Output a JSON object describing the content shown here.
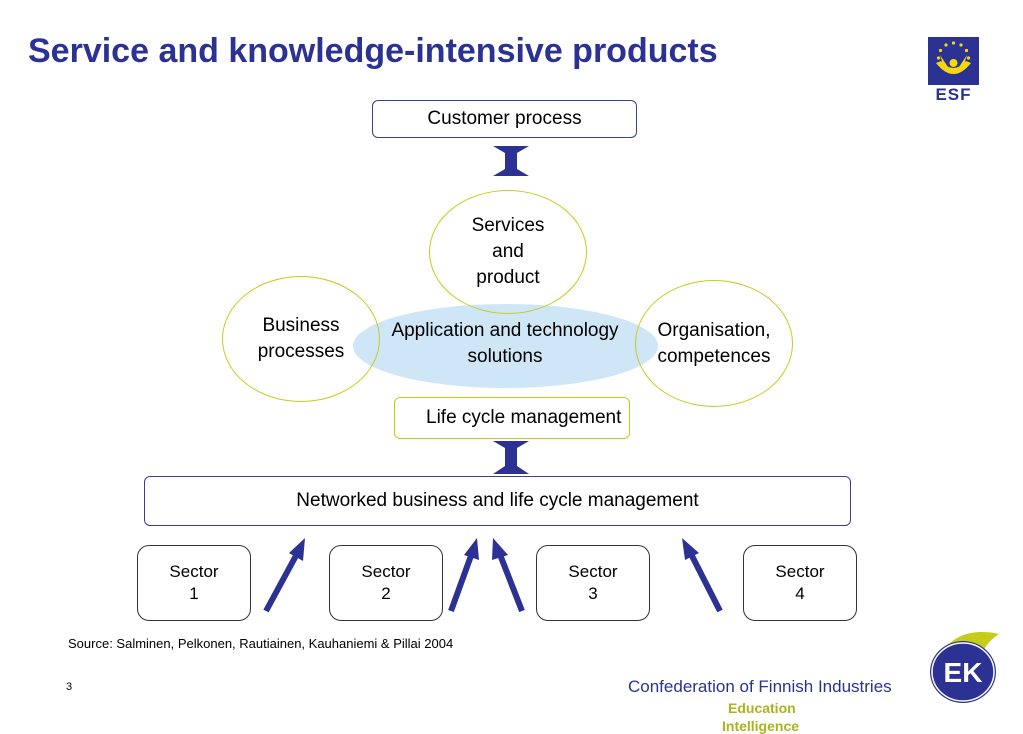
{
  "slide": {
    "title": "Service and knowledge-intensive products",
    "source": "Source: Salminen, Pelkonen, Rautiainen, Kauhaniemi & Pillai 2004",
    "page_number": "3"
  },
  "diagram": {
    "customer_process": "Customer process",
    "services_line1": "Services",
    "services_line2": "and",
    "services_line3": "product",
    "business_line1": "Business",
    "business_line2": "processes",
    "application_line1": "Application and technology",
    "application_line2": "solutions",
    "organisation_line1": "Organisation,",
    "organisation_line2": "competences",
    "life_cycle": "Life cycle management",
    "networked": "Networked business and life cycle management",
    "sectors": [
      {
        "line1": "Sector",
        "line2": "1"
      },
      {
        "line1": "Sector",
        "line2": "2"
      },
      {
        "line1": "Sector",
        "line2": "3"
      },
      {
        "line1": "Sector",
        "line2": "4"
      }
    ]
  },
  "logos": {
    "esf_text": "ESF",
    "ek_name": "Confederation of Finnish Industries",
    "ek_line2": "Education",
    "ek_line3": "Intelligence",
    "ek_mark": "EK"
  },
  "colors": {
    "title": "#2b3293",
    "arrow": "#2b3293",
    "circle_border": "#c7cc1a",
    "ellipse_fill": "#cfe6f7",
    "ek_green": "#a9b41e"
  }
}
